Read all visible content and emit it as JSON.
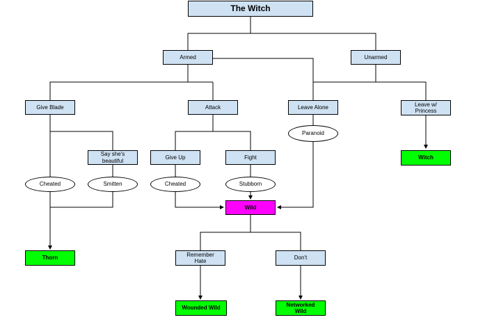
{
  "diagram": {
    "title": "The Witch",
    "nodes": {
      "armed": "Armed",
      "unarmed": "Unarmed",
      "give_blade": "Give Blade",
      "attack": "Attack",
      "leave_alone": "Leave Alone",
      "leave_with_princess": "Leave w/ Princess",
      "paranoid": "Paranoid",
      "say_beautiful": "Say she's beautiful",
      "give_up": "Give Up",
      "fight": "Fight",
      "witch": "Witch",
      "cheated_left": "Cheated",
      "smitten": "Smitten",
      "cheated_right": "Cheated",
      "stubborn": "Stubborn",
      "wild": "Wild",
      "remember_hate": "Remember Hate",
      "dont": "Don't",
      "thorn": "Thorn",
      "wounded_wild": "Wounded Wild",
      "networked_wild": "Networked Wild"
    },
    "colors": {
      "decision": "#cfe2f3",
      "ending": "#00ff00",
      "wild": "#ff00ff",
      "state": "#ffffff"
    }
  }
}
